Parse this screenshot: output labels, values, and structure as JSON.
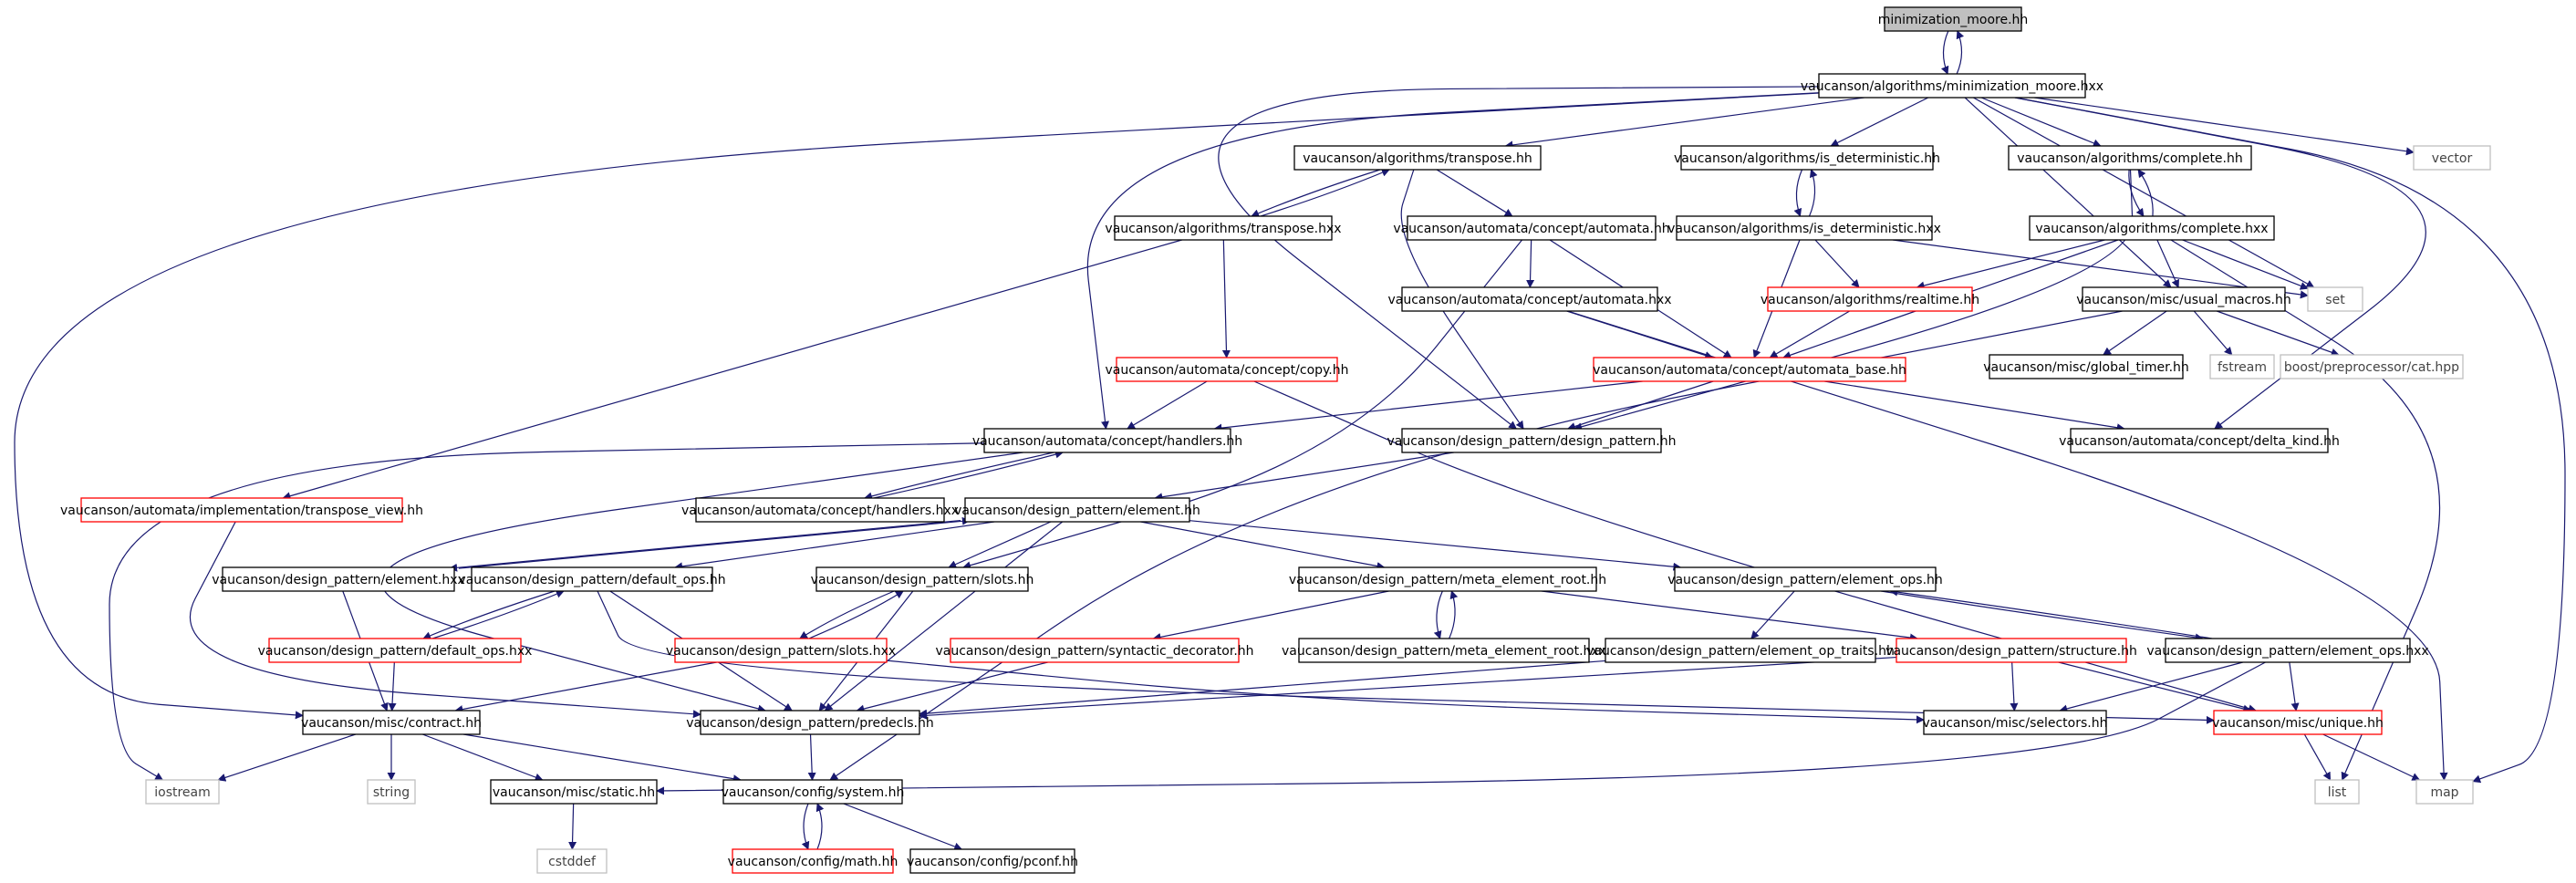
{
  "diagram": {
    "nodes": [
      {
        "id": "n0",
        "label": "minimization_moore.hh",
        "kind": "root"
      },
      {
        "id": "n1",
        "label": "vaucanson/algorithms/minimization_moore.hxx",
        "kind": "normal"
      },
      {
        "id": "n2",
        "label": "vaucanson/algorithms/transpose.hh",
        "kind": "normal"
      },
      {
        "id": "n3",
        "label": "vaucanson/algorithms/is_deterministic.hh",
        "kind": "normal"
      },
      {
        "id": "n4",
        "label": "vaucanson/algorithms/complete.hh",
        "kind": "normal"
      },
      {
        "id": "n5",
        "label": "vector",
        "kind": "system"
      },
      {
        "id": "n6",
        "label": "vaucanson/algorithms/transpose.hxx",
        "kind": "normal"
      },
      {
        "id": "n7",
        "label": "vaucanson/automata/concept/automata.hh",
        "kind": "normal"
      },
      {
        "id": "n8",
        "label": "vaucanson/algorithms/is_deterministic.hxx",
        "kind": "normal"
      },
      {
        "id": "n9",
        "label": "vaucanson/algorithms/complete.hxx",
        "kind": "normal"
      },
      {
        "id": "n10",
        "label": "set",
        "kind": "system"
      },
      {
        "id": "n11",
        "label": "vaucanson/automata/concept/automata.hxx",
        "kind": "normal"
      },
      {
        "id": "n12",
        "label": "vaucanson/algorithms/realtime.hh",
        "kind": "truncated"
      },
      {
        "id": "n13",
        "label": "vaucanson/misc/usual_macros.hh",
        "kind": "normal"
      },
      {
        "id": "n14",
        "label": "vaucanson/misc/global_timer.hh",
        "kind": "normal"
      },
      {
        "id": "n15",
        "label": "fstream",
        "kind": "system"
      },
      {
        "id": "n16",
        "label": "boost/preprocessor/cat.hpp",
        "kind": "system"
      },
      {
        "id": "n17",
        "label": "vaucanson/automata/concept/copy.hh",
        "kind": "truncated"
      },
      {
        "id": "n18",
        "label": "vaucanson/automata/concept/automata_base.hh",
        "kind": "truncated"
      },
      {
        "id": "n19",
        "label": "vaucanson/automata/concept/handlers.hh",
        "kind": "normal"
      },
      {
        "id": "n20",
        "label": "vaucanson/design_pattern/design_pattern.hh",
        "kind": "normal"
      },
      {
        "id": "n21",
        "label": "vaucanson/automata/concept/delta_kind.hh",
        "kind": "normal"
      },
      {
        "id": "n22",
        "label": "vaucanson/automata/implementation/transpose_view.hh",
        "kind": "truncated"
      },
      {
        "id": "n23",
        "label": "vaucanson/automata/concept/handlers.hxx",
        "kind": "normal"
      },
      {
        "id": "n24",
        "label": "vaucanson/design_pattern/element.hh",
        "kind": "normal"
      },
      {
        "id": "n25",
        "label": "vaucanson/design_pattern/element.hxx",
        "kind": "normal"
      },
      {
        "id": "n26",
        "label": "vaucanson/design_pattern/default_ops.hh",
        "kind": "normal"
      },
      {
        "id": "n27",
        "label": "vaucanson/design_pattern/slots.hh",
        "kind": "normal"
      },
      {
        "id": "n28",
        "label": "vaucanson/design_pattern/meta_element_root.hh",
        "kind": "normal"
      },
      {
        "id": "n29",
        "label": "vaucanson/design_pattern/element_ops.hh",
        "kind": "normal"
      },
      {
        "id": "n30",
        "label": "vaucanson/design_pattern/default_ops.hxx",
        "kind": "truncated"
      },
      {
        "id": "n31",
        "label": "vaucanson/design_pattern/slots.hxx",
        "kind": "truncated"
      },
      {
        "id": "n32",
        "label": "vaucanson/design_pattern/syntactic_decorator.hh",
        "kind": "truncated"
      },
      {
        "id": "n33",
        "label": "vaucanson/design_pattern/meta_element_root.hxx",
        "kind": "normal"
      },
      {
        "id": "n34",
        "label": "vaucanson/design_pattern/element_op_traits.hh",
        "kind": "normal"
      },
      {
        "id": "n35",
        "label": "vaucanson/design_pattern/structure.hh",
        "kind": "truncated"
      },
      {
        "id": "n36",
        "label": "vaucanson/design_pattern/element_ops.hxx",
        "kind": "normal"
      },
      {
        "id": "n37",
        "label": "vaucanson/misc/contract.hh",
        "kind": "normal"
      },
      {
        "id": "n38",
        "label": "vaucanson/design_pattern/predecls.hh",
        "kind": "normal"
      },
      {
        "id": "n39",
        "label": "vaucanson/misc/selectors.hh",
        "kind": "normal"
      },
      {
        "id": "n40",
        "label": "vaucanson/misc/unique.hh",
        "kind": "truncated"
      },
      {
        "id": "n41",
        "label": "iostream",
        "kind": "system"
      },
      {
        "id": "n42",
        "label": "string",
        "kind": "system"
      },
      {
        "id": "n43",
        "label": "vaucanson/misc/static.hh",
        "kind": "normal"
      },
      {
        "id": "n44",
        "label": "vaucanson/config/system.hh",
        "kind": "normal"
      },
      {
        "id": "n45",
        "label": "list",
        "kind": "system"
      },
      {
        "id": "n46",
        "label": "map",
        "kind": "system"
      },
      {
        "id": "n47",
        "label": "cstddef",
        "kind": "system"
      },
      {
        "id": "n48",
        "label": "vaucanson/config/math.hh",
        "kind": "truncated"
      },
      {
        "id": "n49",
        "label": "vaucanson/config/pconf.hh",
        "kind": "normal"
      }
    ],
    "colors": {
      "edge": "#191970",
      "root_fill": "#c0c0c0",
      "normal_border": "#000000",
      "truncated_border": "#ff0000",
      "system_border": "#bfbfbf"
    }
  }
}
